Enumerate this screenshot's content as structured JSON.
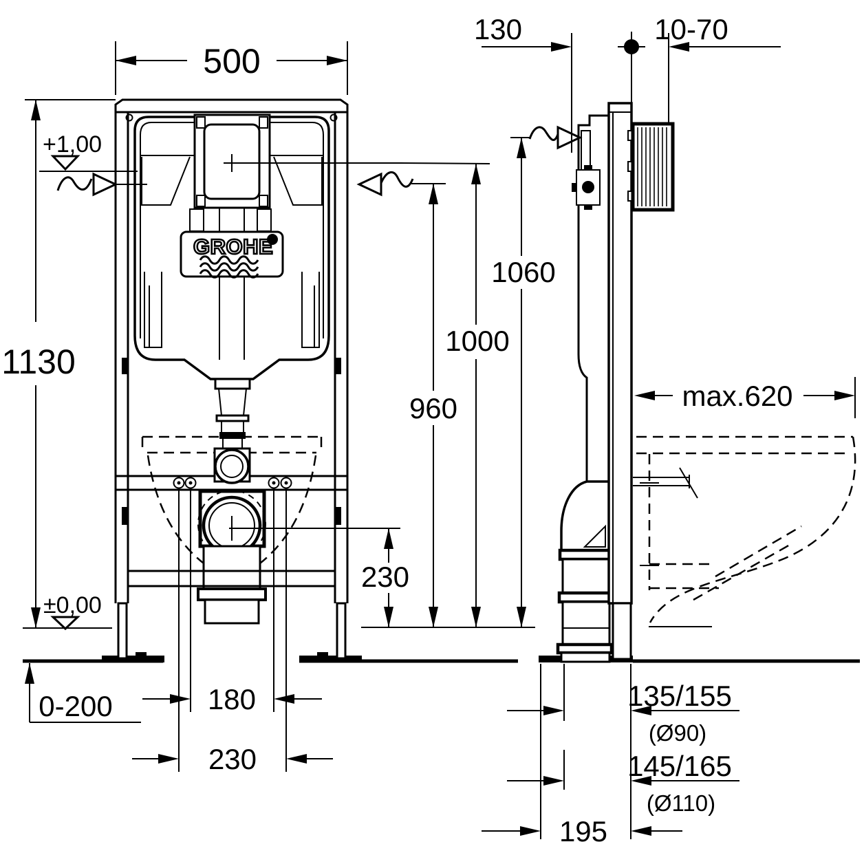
{
  "meta": {
    "brand": "GROHE",
    "drawing_type": "wc-frame-installation-dimensions",
    "units": "mm",
    "line_color": "#000000",
    "background_color": "#ffffff"
  },
  "labels": {
    "front": {
      "width": "500",
      "total_height": "1130",
      "level_plus": "+1,00",
      "level_zero": "±0,00",
      "flush_plate_center": "1060",
      "actuation_height": "1000",
      "inlet_height": "960",
      "drain_center_height": "230",
      "floor_adjust_range": "0-200",
      "bolt_spacing_inner": "180",
      "bolt_spacing_outer": "230"
    },
    "side": {
      "frame_depth": "130",
      "rod_adjust_range": "10-70",
      "bowl_max_depth": "max.620",
      "drain_offset_90": "135/155",
      "drain_pipe_90": "(Ø90)",
      "drain_offset_110": "145/165",
      "drain_pipe_110": "(Ø110)",
      "outlet_wall_distance": "195"
    },
    "logo": "GROHE"
  }
}
